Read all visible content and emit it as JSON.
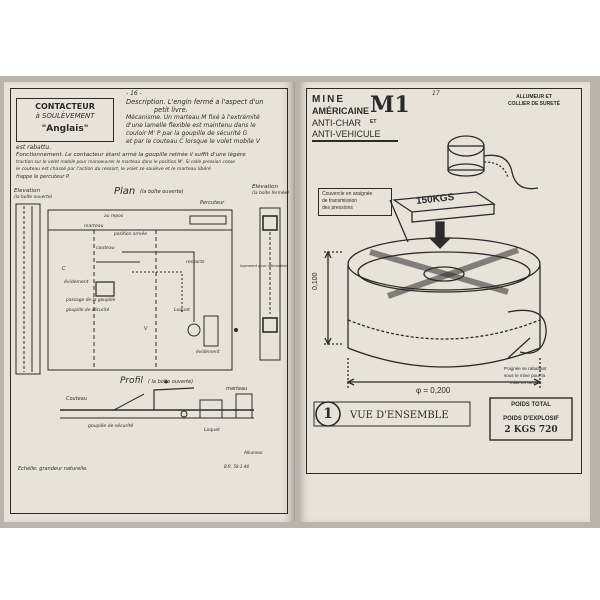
{
  "left_page": {
    "page_number": "- 16 -",
    "title_box": {
      "line1": "CONTACTEUR",
      "line2": "à SOULÈVEMENT",
      "line3": "\"Anglais\""
    },
    "description_lines": [
      "Description. L'engin fermé a l'aspect d'un",
      "petit livre.",
      "Mécanisme. Un marteau M fixé à l'extrémité",
      "d'une lamelle flexible est maintenu dans le",
      "couloir M' P par la goupille de sécurité G",
      "et par le couteau C lorsque le volet mobile V"
    ],
    "rabattu_line": "est rabattu.",
    "fonctionnement_lines": [
      "Fonctionnement. Le contacteur étant armé la goupille retirée il suffit d'une légère",
      "traction sur le volet mobile pour manoeuvrer le marteau dans le position M'. Si celle pression cesse",
      "le couteau est chassé par l'action du ressort, le volet se soulève et le marteau libéré",
      "frappe le percuteur P."
    ],
    "elevation_left": {
      "title": "Elevation",
      "subtitle": "(la boîte ouverte)"
    },
    "plan": {
      "title": "Plan",
      "subtitle": "(la boîte ouverte)"
    },
    "elevation_right": {
      "title": "Elévation",
      "subtitle": "(la boîte fermée)"
    },
    "plan_labels": {
      "percuteur": "Percuteur",
      "au_repos": "au repos",
      "marteau": "marteau",
      "position_armee": "position armée",
      "couteau": "couteau",
      "ressorts": "ressorts",
      "evidement": "évidement",
      "passage_goupille": "passage de la goupille",
      "goupille_securite": "goupille de sécurité",
      "logement": "logement pour détonateur",
      "loquet": "Loquet",
      "evidement2": "évidement",
      "v": "V",
      "c": "C"
    },
    "profil": {
      "title": "Profil",
      "subtitle": "( la boîte ouverte)"
    },
    "profil_labels": {
      "couteau": "Couteau",
      "marteau": "marteau",
      "goupille": "goupille de sécurité",
      "loquet": "Loquet",
      "allumeur": "Allumeur"
    },
    "echelle": "Echelle: grandeur naturelle.",
    "footer_ref": "B.R. 50-1-44"
  },
  "right_page": {
    "page_number": "17",
    "title": {
      "mine": "MINE",
      "americaine": "AMÉRICAINE",
      "m1": "M1",
      "anti_char": "ANTI-CHAR",
      "et": "ET",
      "anti_vehicule": "ANTI-VEHICULE"
    },
    "allumeur_box": {
      "line1": "ALLUMEUR ET",
      "line2": "COLLIER DE SURETÉ"
    },
    "couvercle_note": [
      "Couvercle en araignée",
      "de transmission",
      "des pressions"
    ],
    "weight_tag": "150KGS",
    "dimension_height": "0,100",
    "dimension_diameter": "φ = 0,200",
    "poignee_note": [
      "Poignée se rabattant",
      "sous le mine pour la",
      "mise en oeuvre."
    ],
    "figure_number": "1",
    "figure_caption": "VUE D'ENSEMBLE",
    "weights_box": {
      "total_label": "POIDS TOTAL",
      "explosif_label": "POIDS D'EXPLOSIF",
      "explosif_value": "2 KGS 720"
    }
  }
}
